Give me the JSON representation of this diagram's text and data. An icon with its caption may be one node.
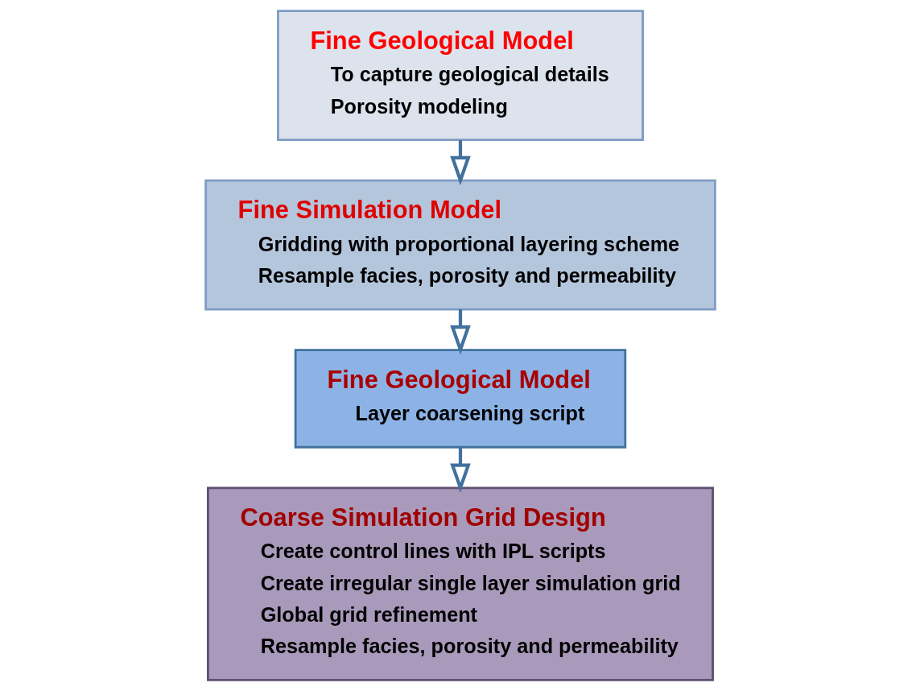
{
  "diagram": {
    "nodes": [
      {
        "text": [
          "Fine Geological Model",
          "To capture geological details",
          "Porosity modeling"
        ]
      },
      {
        "text": [
          "Fine Simulation Model",
          "Gridding with proportional layering scheme",
          "Resample facies, porosity and permeability"
        ]
      },
      {
        "text": [
          "Fine Geological Model",
          "Layer coarsening script"
        ]
      },
      {
        "text": [
          "Coarse Simulation Grid Design",
          "Create control lines with IPL scripts",
          "Create irregular single layer simulation grid",
          "Global grid refinement",
          "Resample facies, porosity and permeability"
        ]
      }
    ],
    "edges": [
      {
        "from": 0,
        "to": 1,
        "arrow": "to"
      },
      {
        "from": 1,
        "to": 2,
        "arrow": "to"
      },
      {
        "from": 2,
        "to": 3,
        "arrow": "to"
      }
    ]
  }
}
